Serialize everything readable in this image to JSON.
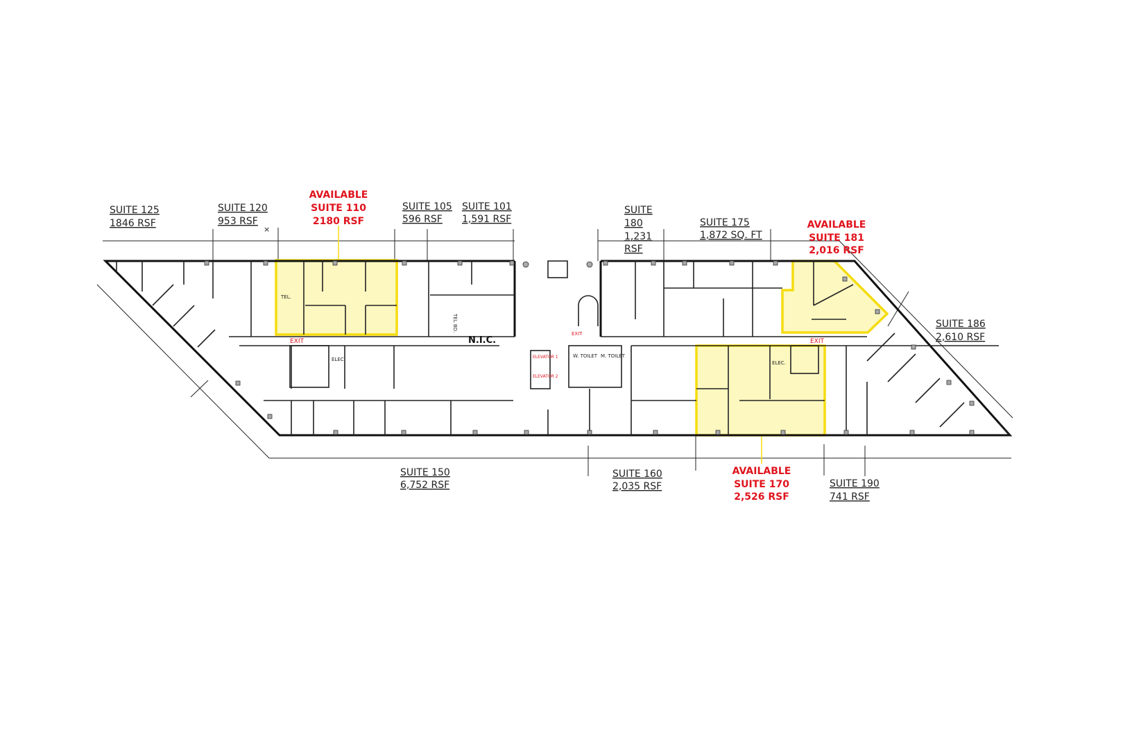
{
  "plan": {
    "suites": [
      {
        "id": "125",
        "name": "SUITE 125",
        "area": "1846 RSF",
        "available": false
      },
      {
        "id": "120",
        "name": "SUITE 120",
        "area": "953 RSF",
        "available": false
      },
      {
        "id": "110",
        "status": "AVAILABLE",
        "name": "SUITE 110",
        "area": "2180 RSF",
        "available": true
      },
      {
        "id": "105",
        "name": "SUITE 105",
        "area": "596 RSF",
        "available": false
      },
      {
        "id": "101",
        "name": "SUITE 101",
        "area": "1,591 RSF",
        "available": false
      },
      {
        "id": "180",
        "name": "SUITE",
        "name2": "180",
        "area": "1,231",
        "area2": "RSF",
        "available": false
      },
      {
        "id": "175",
        "name": "SUITE 175",
        "area": "1,872 SQ. FT",
        "available": false
      },
      {
        "id": "181",
        "status": "AVAILABLE",
        "name": "SUITE 181",
        "area": "2,016 RSF",
        "available": true
      },
      {
        "id": "186",
        "name": "SUITE 186",
        "area": "2,610 RSF",
        "available": false
      },
      {
        "id": "150",
        "name": "SUITE 150",
        "area": "6,752 RSF",
        "available": false
      },
      {
        "id": "160",
        "name": "SUITE 160",
        "area": "2,035 RSF",
        "available": false
      },
      {
        "id": "170",
        "status": "AVAILABLE",
        "name": "SUITE 170",
        "area": "2,526 RSF",
        "available": true
      },
      {
        "id": "190",
        "name": "SUITE 190",
        "area": "741 RSF",
        "available": false
      }
    ],
    "labels": {
      "nic": "N.I.C.",
      "exit": "EXIT",
      "elec": "ELEC.",
      "tel": "TEL.",
      "tel_bd": "TEL BD.",
      "elevator1": "ELEVATOR 1",
      "elevator2": "ELEVATOR 2",
      "w_toilet": "W. TOILET",
      "m_toilet": "M. TOILET"
    },
    "colors": {
      "available_fill": "#fdf8c0",
      "available_outline": "#f5dc10",
      "available_text": "#e0141e"
    }
  }
}
